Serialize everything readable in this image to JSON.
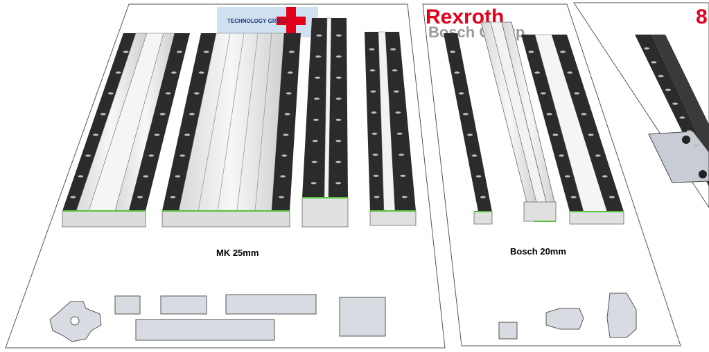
{
  "panels": {
    "mk": {
      "logo_text": "TECHNOLOGY GROUP",
      "label": "MK 25mm"
    },
    "bosch": {
      "logo_brand": "Rexroth",
      "logo_group": "Bosch Group",
      "label": "Bosch 20mm"
    },
    "third": {
      "logo_partial": "8"
    }
  },
  "colors": {
    "cover_strip": "#2b2b2b",
    "aluminium": "#ececec",
    "edge_accent": "#55c23a",
    "rexroth_red": "#e2001a",
    "mk_blue": "#1a3d7c"
  }
}
